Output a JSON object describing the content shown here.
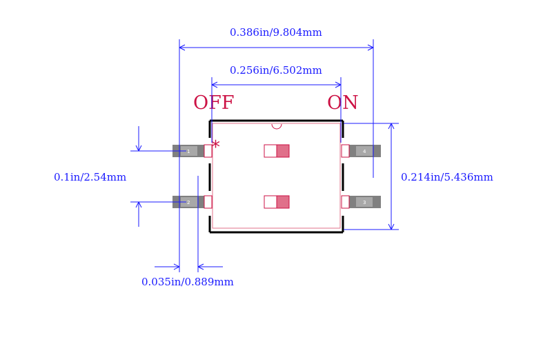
{
  "dimensions": {
    "overall_length": "0.386in/9.804mm",
    "body_length": "0.256in/6.502mm",
    "pitch": "0.1in/2.54mm",
    "body_width": "0.214in/5.436mm",
    "pad_width": "0.035in/0.889mm"
  },
  "labels": {
    "off": "OFF",
    "on": "ON",
    "pin1_marker": "*"
  },
  "pins": [
    "1",
    "2",
    "3",
    "4"
  ],
  "colors": {
    "dimension_line": "#1a1aff",
    "label": "#cc1144",
    "outline": "#000000",
    "pad": "#808080",
    "contact": "#e0708a"
  }
}
